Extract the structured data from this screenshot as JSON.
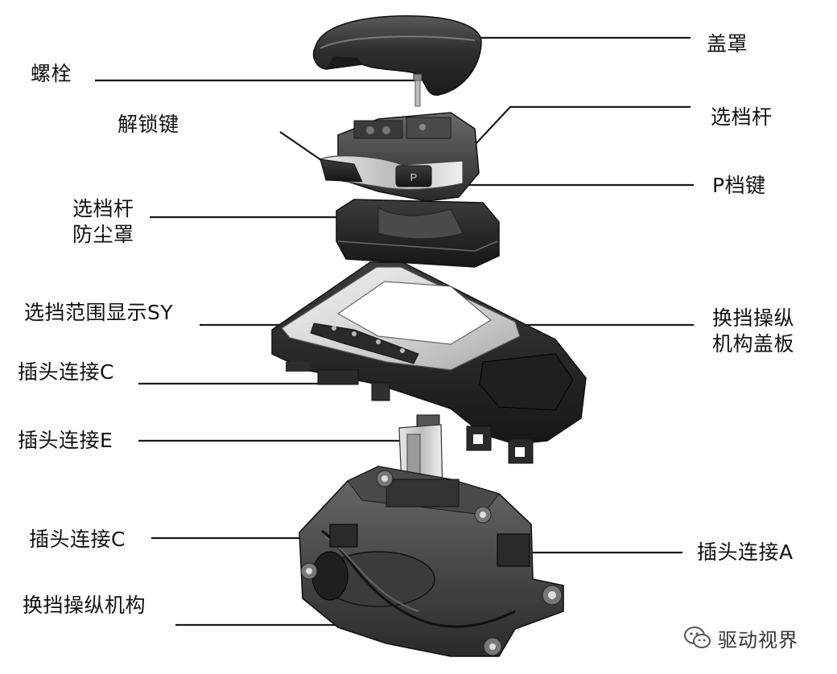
{
  "labels": {
    "cover": "盖罩",
    "bolt": "螺栓",
    "selector_lever": "选档杆",
    "unlock_button": "解锁键",
    "p_button": "P档键",
    "dust_boot_line1": "选档杆",
    "dust_boot_line2": "防尘罩",
    "range_display": "选挡范围显示SY",
    "shift_cover_line1": "换挡操纵",
    "shift_cover_line2": "机构盖板",
    "plug_c_upper": "插头连接C",
    "plug_e": "插头连接E",
    "plug_c_lower": "插头连接C",
    "plug_a": "插头连接A",
    "shift_mechanism": "换挡操纵机构"
  },
  "part_marks": {
    "p_key_letter": "P"
  },
  "watermark": {
    "text": "驱动视界"
  },
  "colors": {
    "label_text": "#111111",
    "leader_line": "#1a1a1a",
    "part_dark": "#2b2b2b",
    "part_mid": "#555555",
    "part_light": "#c9c9c9"
  }
}
